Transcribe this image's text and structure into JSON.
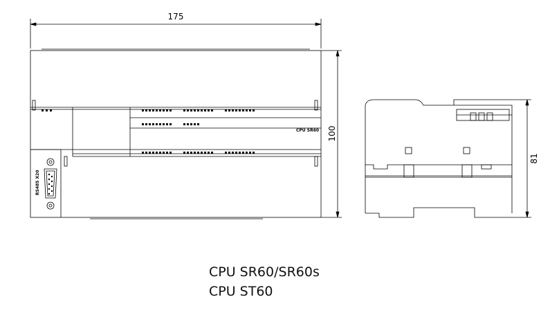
{
  "dimensions": {
    "width": "175",
    "height_front": "100",
    "height_side": "81"
  },
  "device": {
    "model_label": "CPU SR60",
    "port_label": "RS485 X20"
  },
  "captions": {
    "line1": "CPU SR60/SR60s",
    "line2": "CPU ST60"
  }
}
